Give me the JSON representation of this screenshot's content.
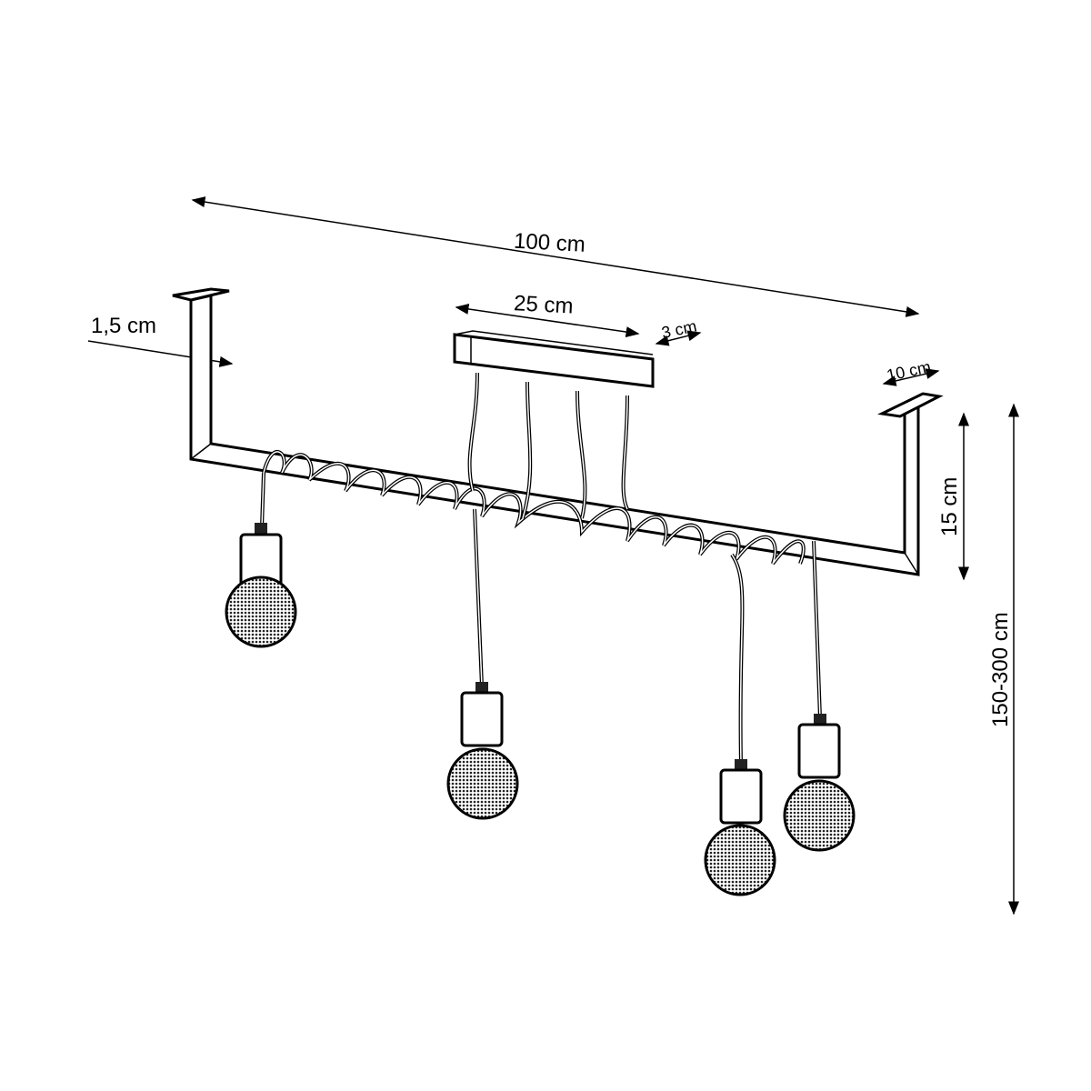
{
  "dimensions": {
    "total_length": "100 cm",
    "canopy_length": "25 cm",
    "canopy_depth": "3 cm",
    "bar_thickness": "1,5 cm",
    "bracket_width": "10 cm",
    "bracket_height": "15 cm",
    "suspension_height": "150-300 cm"
  },
  "colors": {
    "line": "#000000",
    "background": "#ffffff"
  }
}
